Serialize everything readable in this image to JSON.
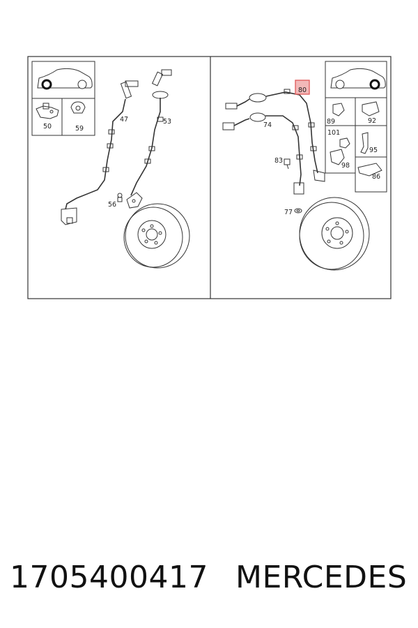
{
  "diagram": {
    "left_panel": {
      "labels": {
        "p50": "50",
        "p59": "59",
        "p47": "47",
        "p53": "53",
        "p56": "56"
      }
    },
    "right_panel": {
      "labels": {
        "p80": "80",
        "p74": "74",
        "p83": "83",
        "p77": "77",
        "p89": "89",
        "p92": "92",
        "p101": "101",
        "p95": "95",
        "p98": "98",
        "p86": "86"
      },
      "highlight_color": "#e06060"
    }
  },
  "caption": {
    "part_number": "1705400417",
    "brand": "MERCEDES"
  }
}
